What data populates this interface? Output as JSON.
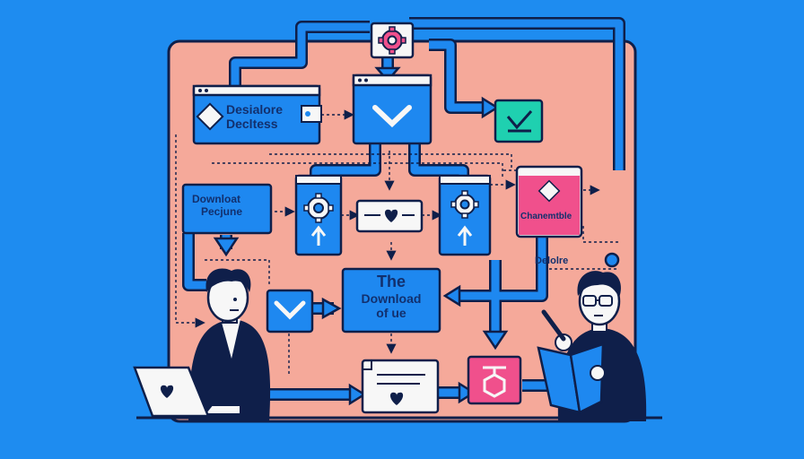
{
  "colors": {
    "background": "#1e8cf0",
    "panel": "#f5a99a",
    "box_blue": "#1e88f0",
    "outline": "#0f1f4a",
    "pink": "#f0508c",
    "teal": "#1fd0b0",
    "white": "#f7f7f7"
  },
  "boxes": {
    "top_left_line1": "Desialore",
    "top_left_line2": "Decltess",
    "download_line1": "Downloat",
    "download_line2": "Pecjune",
    "pink_card_label": "Chanemtble",
    "pink_sub_label": "Delolre",
    "center_line1": "The",
    "center_line2": "Download",
    "center_line3": "of ue"
  },
  "icons": [
    "gear-icon",
    "chevron-down-icon",
    "checkmark-icon",
    "heart-icon",
    "arrow-up-icon",
    "diamond-icon",
    "laptop-icon",
    "book-icon",
    "pencil-icon"
  ]
}
